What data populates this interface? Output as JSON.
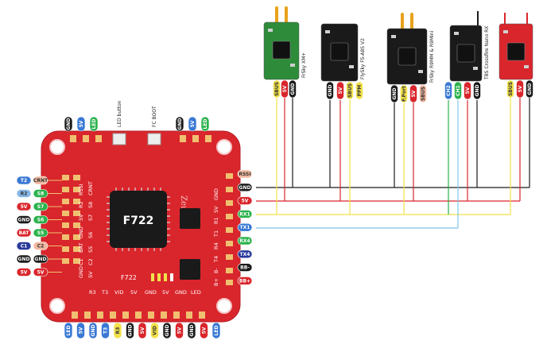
{
  "board": {
    "chip_label": "F722",
    "brand_label": "Zeus",
    "bottom_label": "F722",
    "led_button_label": "LED button",
    "fc_boot_label": "FC BOOT",
    "silk_left_col1": [
      "RSSI",
      "R2",
      "5V",
      "GND",
      "BAT",
      "C1",
      "GND",
      "5V"
    ],
    "silk_left_col2": [
      "CRNT",
      "S8",
      "S7",
      "S6",
      "S5",
      "C2",
      "5V",
      "GND"
    ],
    "silk_right": [
      "GND",
      "5V",
      "R1",
      "T1",
      "R4",
      "T4",
      "B-",
      "B+"
    ],
    "silk_bottom": [
      "R3",
      "T3",
      "VID",
      "5V",
      "GND",
      "5V",
      "GND",
      "LED"
    ]
  },
  "left_pads": [
    {
      "pin_a": "T2",
      "color_a": "#3a79d4",
      "pin_b": "CRNT",
      "color_b": "#f2b8a0"
    },
    {
      "pin_a": "R2",
      "color_a": "#86b7e8",
      "pin_b": "S8",
      "color_b": "#2bb24c"
    },
    {
      "pin_a": "5V",
      "color_a": "#d9262c",
      "pin_b": "S7",
      "color_b": "#2bb24c"
    },
    {
      "pin_a": "GND",
      "color_a": "#1a1a1a",
      "pin_b": "S6",
      "color_b": "#2bb24c"
    },
    {
      "pin_a": "BAT",
      "color_a": "#d9262c",
      "pin_b": "S5",
      "color_b": "#2bb24c"
    },
    {
      "pin_a": "C1",
      "color_a": "#2a3a9c",
      "pin_b": "C2",
      "color_b": "#f2b8a0"
    },
    {
      "pin_a": "GND",
      "color_a": "#1a1a1a",
      "pin_b": "GND",
      "color_b": "#1a1a1a"
    },
    {
      "pin_a": "5V",
      "color_a": "#d9262c",
      "pin_b": "5V",
      "color_b": "#d9262c"
    }
  ],
  "right_pads": [
    {
      "pin": "RSSI",
      "color": "#f2b8a0"
    },
    {
      "pin": "GND",
      "color": "#1a1a1a"
    },
    {
      "pin": "5V",
      "color": "#d9262c"
    },
    {
      "pin": "RX1",
      "color": "#2bb24c"
    },
    {
      "pin": "TX1",
      "color": "#3a79d4"
    },
    {
      "pin": "RX4",
      "color": "#2bb24c"
    },
    {
      "pin": "TX4",
      "color": "#2a3a9c"
    },
    {
      "pin": "BB-",
      "color": "#1a1a1a"
    },
    {
      "pin": "BB+",
      "color": "#d9262c"
    }
  ],
  "top_pads_left": [
    {
      "pin": "GND",
      "color": "#1a1a1a"
    },
    {
      "pin": "5V",
      "color": "#3a79d4"
    },
    {
      "pin": "LED",
      "color": "#2bb24c"
    }
  ],
  "top_pads_right": [
    {
      "pin": "GND",
      "color": "#1a1a1a"
    },
    {
      "pin": "5V",
      "color": "#3a79d4"
    },
    {
      "pin": "LED",
      "color": "#2bb24c"
    }
  ],
  "bottom_pads": [
    {
      "pin": "LED",
      "color": "#3a79d4"
    },
    {
      "pin": "5V",
      "color": "#3a79d4"
    },
    {
      "pin": "GND",
      "color": "#3a79d4"
    },
    {
      "pin": "T3",
      "color": "#3a79d4"
    },
    {
      "pin": "R3",
      "color": "#f2e14a"
    },
    {
      "pin": "GND",
      "color": "#1a1a1a"
    },
    {
      "pin": "5V",
      "color": "#d9262c"
    },
    {
      "pin": "VID",
      "color": "#f2e14a"
    },
    {
      "pin": "GND",
      "color": "#1a1a1a"
    },
    {
      "pin": "5V",
      "color": "#d9262c"
    },
    {
      "pin": "GND",
      "color": "#1a1a1a"
    },
    {
      "pin": "5V",
      "color": "#d9262c"
    },
    {
      "pin": "LED",
      "color": "#3a79d4"
    }
  ],
  "receivers": [
    {
      "name": "FrSky XM+",
      "board_color": "#2e8b3a",
      "pins": [
        {
          "label": "SBUS",
          "color": "#f2e14a"
        },
        {
          "label": "5V",
          "color": "#d9262c"
        },
        {
          "label": "GND",
          "color": "#1a1a1a"
        }
      ]
    },
    {
      "name": "FlySky FS-A8S V2",
      "board_color": "#1a1a1a",
      "pins": [
        {
          "label": "GND",
          "color": "#1a1a1a"
        },
        {
          "label": "5V",
          "color": "#d9262c"
        },
        {
          "label": "SBUS",
          "color": "#f2e14a"
        },
        {
          "label": "PPM",
          "color": "#f2e14a"
        }
      ]
    },
    {
      "name": "FrSky R9MM & R9Mini",
      "board_color": "#1a1a1a",
      "pins": [
        {
          "label": "GND",
          "color": "#1a1a1a"
        },
        {
          "label": "F.Port",
          "color": "#f2e14a"
        },
        {
          "label": "5V",
          "color": "#d9262c"
        },
        {
          "label": "SBUS",
          "color": "#f2b8a0"
        }
      ]
    },
    {
      "name": "TBS Crossfire Nano RX",
      "board_color": "#1a1a1a",
      "pins": [
        {
          "label": "CH2",
          "color": "#3a79d4"
        },
        {
          "label": "CH1",
          "color": "#2bb24c"
        },
        {
          "label": "5V",
          "color": "#d9262c"
        },
        {
          "label": "GND",
          "color": "#1a1a1a"
        }
      ]
    },
    {
      "name": "",
      "board_color": "#d9262c",
      "pins": [
        {
          "label": "SBUS",
          "color": "#f2e14a"
        },
        {
          "label": "5V",
          "color": "#d9262c"
        },
        {
          "label": "GND",
          "color": "#1a1a1a"
        }
      ]
    }
  ],
  "wire_colors": {
    "gnd": "#1a1a1a",
    "v5": "#d9262c",
    "rx1": "#f2e14a",
    "tx1": "#7ec7e8"
  }
}
